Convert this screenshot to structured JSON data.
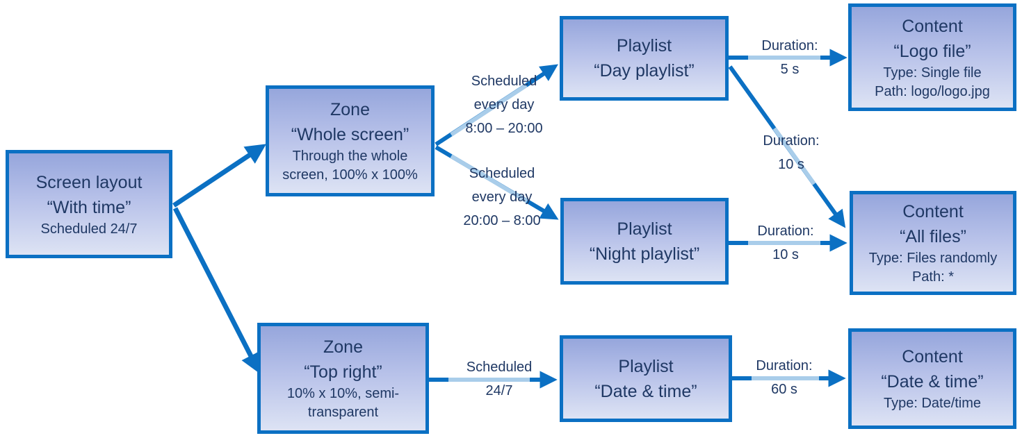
{
  "diagram": {
    "colors": {
      "accent_blue": "#0b70c3",
      "connector_light_blue": "#a9cdea",
      "node_fill_top": "#96a6dc",
      "node_fill_bottom": "#dde3f4",
      "text_navy": "#1f3864"
    },
    "nodes": {
      "screen_layout": {
        "title": "Screen layout",
        "name": "“With time”",
        "details": [
          "Scheduled 24/7"
        ]
      },
      "zone_whole_screen": {
        "title": "Zone",
        "name": "“Whole screen”",
        "details": [
          "Through the whole screen, 100% x 100%"
        ]
      },
      "zone_top_right": {
        "title": "Zone",
        "name": "“Top right”",
        "details": [
          "10% x 10%, semi-transparent"
        ]
      },
      "playlist_day": {
        "title": "Playlist",
        "name": "“Day playlist”"
      },
      "playlist_night": {
        "title": "Playlist",
        "name": "“Night playlist”"
      },
      "playlist_datetime": {
        "title": "Playlist",
        "name": "“Date & time”"
      },
      "content_logo": {
        "title": "Content",
        "name": "“Logo file”",
        "details": [
          "Type: Single file",
          "Path: logo/logo.jpg"
        ]
      },
      "content_all_files": {
        "title": "Content",
        "name": "“All files”",
        "details": [
          "Type: Files randomly",
          "Path: *"
        ]
      },
      "content_datetime": {
        "title": "Content",
        "name": "“Date & time”",
        "details": [
          "Type: Date/time"
        ]
      }
    },
    "edges": {
      "whole_screen_to_day": {
        "line1": "Scheduled",
        "line2": "every day",
        "line3": "8:00 – 20:00"
      },
      "whole_screen_to_night": {
        "line1": "Scheduled",
        "line2": "every day",
        "line3": "20:00 – 8:00"
      },
      "day_to_logo": {
        "line1": "Duration:",
        "line2": "5 s"
      },
      "day_to_all_files": {
        "line1": "Duration:",
        "line2": "10 s"
      },
      "night_to_all_files": {
        "line1": "Duration:",
        "line2": "10 s"
      },
      "top_right_to_datetime": {
        "line1": "Scheduled",
        "line2": "24/7"
      },
      "datetime_to_content": {
        "line1": "Duration:",
        "line2": "60 s"
      }
    }
  }
}
